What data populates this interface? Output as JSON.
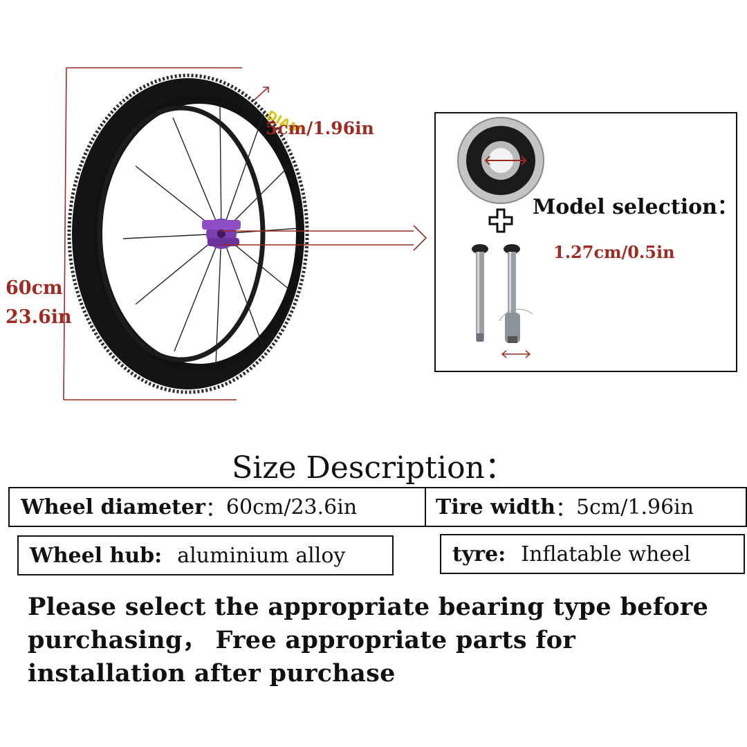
{
  "wheel_figure": {
    "tire_width_label": "5cm/1.96in",
    "diameter_label_cm": "60cm",
    "diameter_label_in": "23.6in"
  },
  "model_panel": {
    "title": "Model selection：",
    "bearing_size": "1.27cm/0.5in"
  },
  "size_description": {
    "title": "Size Description：",
    "specs": [
      {
        "key": "Wheel diameter",
        "value": "60cm/23.6in"
      },
      {
        "key": "Tire width",
        "value": "5cm/1.96in"
      },
      {
        "key": "Wheel hub:",
        "value": "aluminium alloy"
      },
      {
        "key": "tyre:",
        "value": "Inflatable wheel"
      }
    ],
    "colon": "："
  },
  "note": "Please select the appropriate bearing type before purchasing， Free appropriate parts for installation after purchase",
  "colors": {
    "dimension_red": "#9e2a22",
    "hub_purple": "#7b3fb0",
    "text": "#111111"
  }
}
